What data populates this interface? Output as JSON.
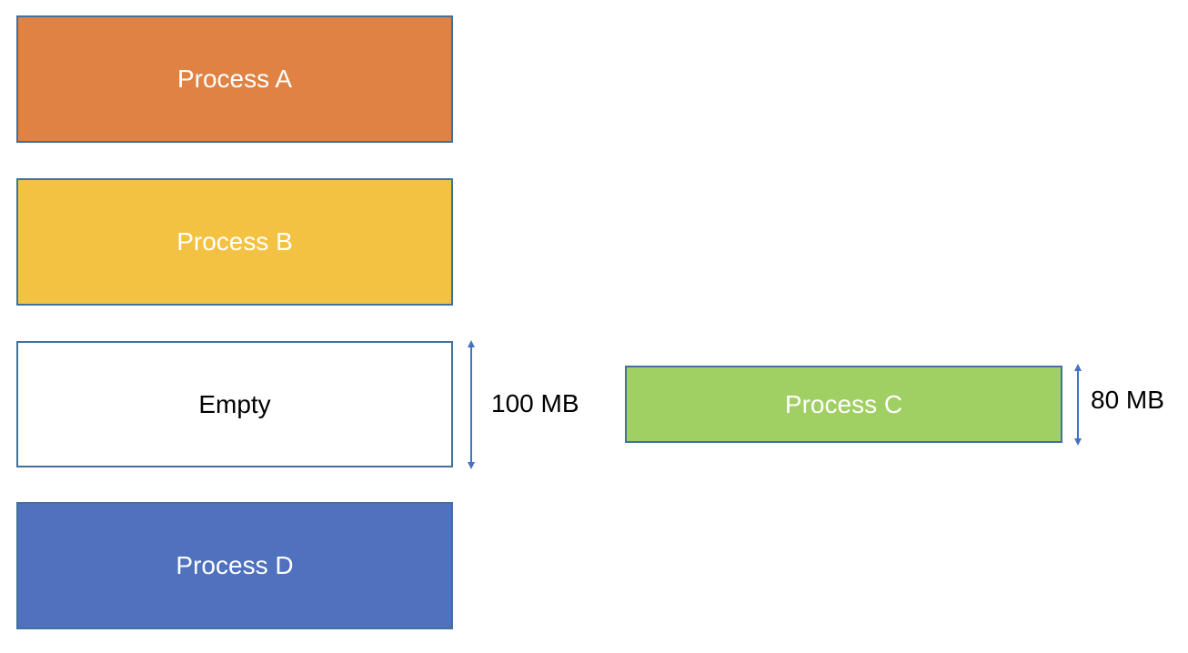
{
  "memory": {
    "blocks": [
      {
        "label": "Process A",
        "color": "#e08243"
      },
      {
        "label": "Process B",
        "color": "#f4c242"
      },
      {
        "label": "Empty",
        "color": "#ffffff"
      },
      {
        "label": "Process D",
        "color": "#5071be"
      }
    ],
    "empty_size": "100 MB"
  },
  "incoming": {
    "label": "Process C",
    "color": "#a0cf63",
    "size": "80 MB"
  },
  "colors": {
    "border": "#41719c",
    "arrow": "#4472c4"
  }
}
